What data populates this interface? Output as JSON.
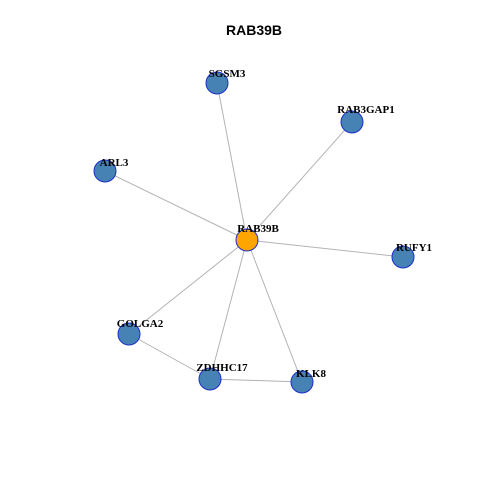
{
  "title": "RAB39B",
  "colors": {
    "hub_fill": "#FFA500",
    "node_fill": "#4682B4",
    "node_stroke": "#1C2FC9",
    "edge": "#B3B3B3"
  },
  "nodes": [
    {
      "id": "RAB39B",
      "label": "RAB39B",
      "role": "hub"
    },
    {
      "id": "SGSM3",
      "label": "SGSM3",
      "role": "partner"
    },
    {
      "id": "RAB3GAP1",
      "label": "RAB3GAP1",
      "role": "partner"
    },
    {
      "id": "ARL3",
      "label": "ARL3",
      "role": "partner"
    },
    {
      "id": "RUFY1",
      "label": "RUFY1",
      "role": "partner"
    },
    {
      "id": "GOLGA2",
      "label": "GOLGA2",
      "role": "partner"
    },
    {
      "id": "ZDHHC17",
      "label": "ZDHHC17",
      "role": "partner"
    },
    {
      "id": "KLK8",
      "label": "KLK8",
      "role": "partner"
    }
  ],
  "edges": [
    {
      "from": "RAB39B",
      "to": "SGSM3"
    },
    {
      "from": "RAB39B",
      "to": "RAB3GAP1"
    },
    {
      "from": "RAB39B",
      "to": "ARL3"
    },
    {
      "from": "RAB39B",
      "to": "RUFY1"
    },
    {
      "from": "RAB39B",
      "to": "GOLGA2"
    },
    {
      "from": "RAB39B",
      "to": "ZDHHC17"
    },
    {
      "from": "RAB39B",
      "to": "KLK8"
    },
    {
      "from": "GOLGA2",
      "to": "ZDHHC17"
    },
    {
      "from": "ZDHHC17",
      "to": "KLK8"
    }
  ]
}
